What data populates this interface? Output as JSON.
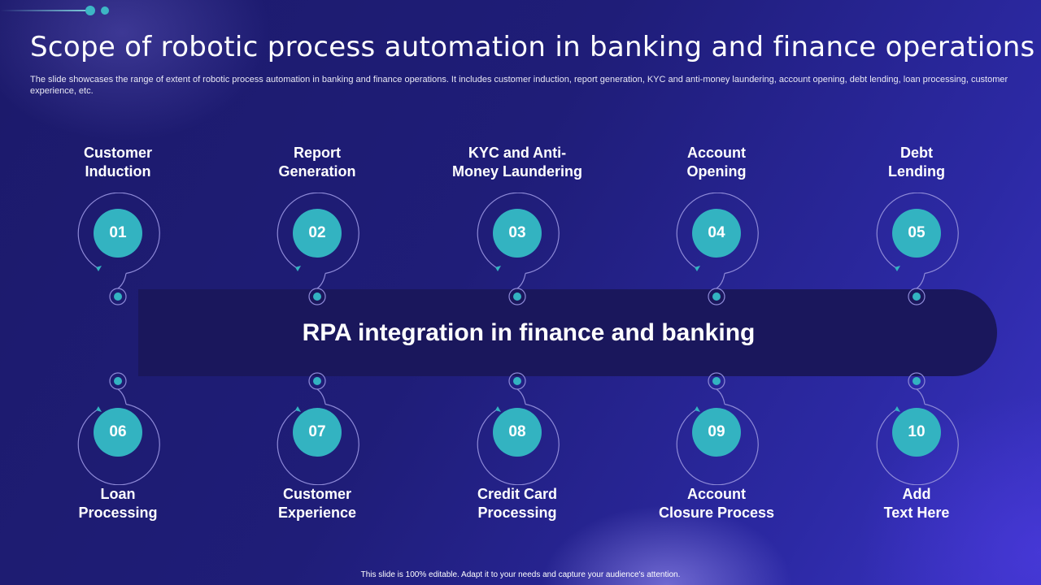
{
  "slide": {
    "title": "Scope of robotic process automation in banking and finance operations",
    "description": "The slide showcases the range of extent of robotic process automation in banking and finance operations. It includes customer induction, report generation, KYC and anti-money laundering, account opening, debt lending, loan processing, customer experience, etc.",
    "center_label": "RPA integration in finance and banking",
    "footer": "This slide is 100% editable. Adapt it to your needs and capture your audience's attention."
  },
  "items_top": [
    {
      "number": "01",
      "label_line1": "Customer",
      "label_line2": "Induction"
    },
    {
      "number": "02",
      "label_line1": "Report",
      "label_line2": "Generation"
    },
    {
      "number": "03",
      "label_line1": "KYC and Anti-",
      "label_line2": "Money Laundering"
    },
    {
      "number": "04",
      "label_line1": "Account",
      "label_line2": "Opening"
    },
    {
      "number": "05",
      "label_line1": "Debt",
      "label_line2": "Lending"
    }
  ],
  "items_bottom": [
    {
      "number": "06",
      "label_line1": "Loan",
      "label_line2": "Processing"
    },
    {
      "number": "07",
      "label_line1": "Customer",
      "label_line2": "Experience"
    },
    {
      "number": "08",
      "label_line1": "Credit Card",
      "label_line2": "Processing"
    },
    {
      "number": "09",
      "label_line1": "Account",
      "label_line2": "Closure Process"
    },
    {
      "number": "10",
      "label_line1": "Add",
      "label_line2": "Text Here"
    }
  ],
  "colors": {
    "accent": "#33b3c1",
    "band": "#1a175c",
    "background": "#1f1d78"
  }
}
